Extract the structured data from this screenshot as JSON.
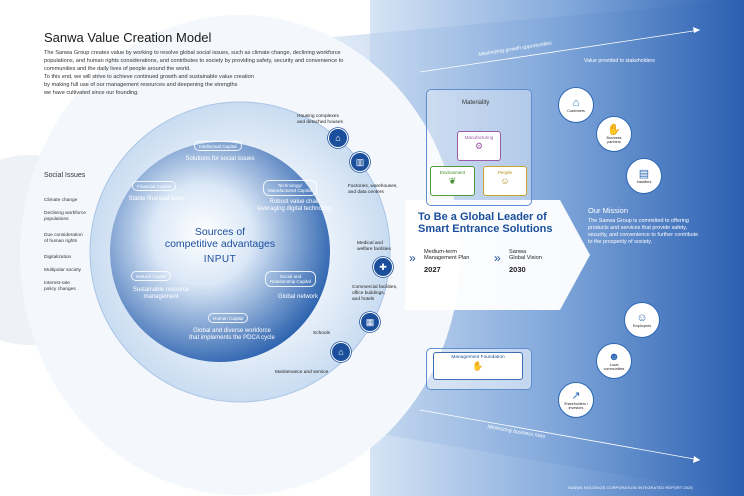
{
  "title": "Sanwa Value Creation Model",
  "intro_lines": [
    "The Sanwa Group creates value by working to resolve global social issues, such as climate change, declining workforce",
    "populations, and human rights considerations, and contributes to society by providing safety, security and convenience to",
    "communities and the daily lives of people around the world.",
    "To this end, we will strive to achieve continued growth and sustainable value creation",
    "by making full use of our management resources and deepening the strengths",
    "we have cultivated since our founding."
  ],
  "social_issues": {
    "title": "Social Issues",
    "items": [
      "Climate change",
      "Declining workforce\npopulations",
      "Due consideration\nof human rights",
      "Digitalization",
      "Multipolar society",
      "Interest-rate\npolicy changes"
    ]
  },
  "capitals": [
    {
      "label": "Intellectual Capital",
      "text": "Solutions for social issues"
    },
    {
      "label": "Financial Capital",
      "text": "Stable financial base"
    },
    {
      "label": "Technology/\nManufactured Capital",
      "text": "Robust value chain\nleveraging digital technology"
    },
    {
      "label": "Natural Capital",
      "text": "Sustainable resource\nmanagement"
    },
    {
      "label": "Social and\nRelationship Capital",
      "text": "Global network"
    },
    {
      "label": "Human Capital",
      "text": "Global and diverse workforce\nthat implements the PDCA cycle"
    }
  ],
  "sources": {
    "title": "Sources of\ncompetitive advantages",
    "input": "INPUT"
  },
  "business_fields": [
    {
      "label": "Housing complexes\nand detached houses",
      "icon": "house-icon"
    },
    {
      "label": "Factories, warehouses,\nand data centers",
      "icon": "factory-icon"
    },
    {
      "label": "Medical and\nwelfare facilities",
      "icon": "hospital-icon"
    },
    {
      "label": "Commercial facilities,\noffice buildings,\nand hotels",
      "icon": "office-building-icon"
    },
    {
      "label": "Schools",
      "icon": "school-icon"
    }
  ],
  "maintenance": "Maintenance and service",
  "arrows": {
    "top": "Maximizing growth opportunities",
    "bottom": "Minimizing business risks"
  },
  "materiality": {
    "title": "Materiality",
    "manufacturing": "Manufacturing",
    "environment": "Environment",
    "people": "People"
  },
  "goal": "To Be a Global Leader of\nSmart Entrance Solutions",
  "plans": [
    {
      "label": "Medium-term\nManagement Plan",
      "year": "2027"
    },
    {
      "label": "Sanwa\nGlobal Vision",
      "year": "2030"
    }
  ],
  "management_foundation": "Management Foundation",
  "value_title": "Value provided to stakeholders",
  "stakeholders": [
    {
      "label": "Customers",
      "icon": "customers-icon"
    },
    {
      "label": "Business\npartners",
      "icon": "handshake-icon"
    },
    {
      "label": "Installers",
      "icon": "installer-icon"
    },
    {
      "label": "Employees",
      "icon": "employees-icon"
    },
    {
      "label": "Local\ncommunities",
      "icon": "community-icon"
    },
    {
      "label": "Shareholders /\ninvestors",
      "icon": "chart-icon"
    }
  ],
  "mission": {
    "title": "Our Mission",
    "text": "The Sanwa Group is committed to offering products and services that provide safety, security, and convenience to further contribute to the prosperity of society."
  },
  "footer": "SANWA HOLDINGS CORPORATION INTEGRATED REPORT 2025",
  "colors": {
    "deep_blue": "#1b4f9c",
    "mid_blue": "#2d68b5",
    "light_blue": "#bcd4ef"
  }
}
